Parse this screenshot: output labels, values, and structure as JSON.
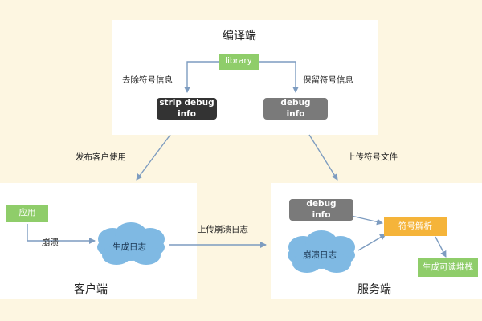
{
  "compile": {
    "title": "编译端",
    "library": "library",
    "strip_label": "去除符号信息",
    "keep_label": "保留符号信息",
    "strip_box": "strip debug\ninfo",
    "debug_box": "debug\ninfo"
  },
  "client": {
    "title": "客户端",
    "app": "应用",
    "crash": "崩溃",
    "log_cloud": "生成日志"
  },
  "server": {
    "title": "服务端",
    "debug_box": "debug\ninfo",
    "log_cloud": "崩溃日志",
    "symbolicate": "符号解析",
    "stack": "生成可读堆栈"
  },
  "arrows": {
    "publish": "发布客户使用",
    "upload_symbols": "上传符号文件",
    "upload_log": "上传崩溃日志"
  },
  "colors": {
    "background": "#fdf6e1",
    "green": "#8fcd6a",
    "orange": "#f5b43a",
    "cloud": "#7fb9e3",
    "arrow": "#7d9cc0"
  }
}
